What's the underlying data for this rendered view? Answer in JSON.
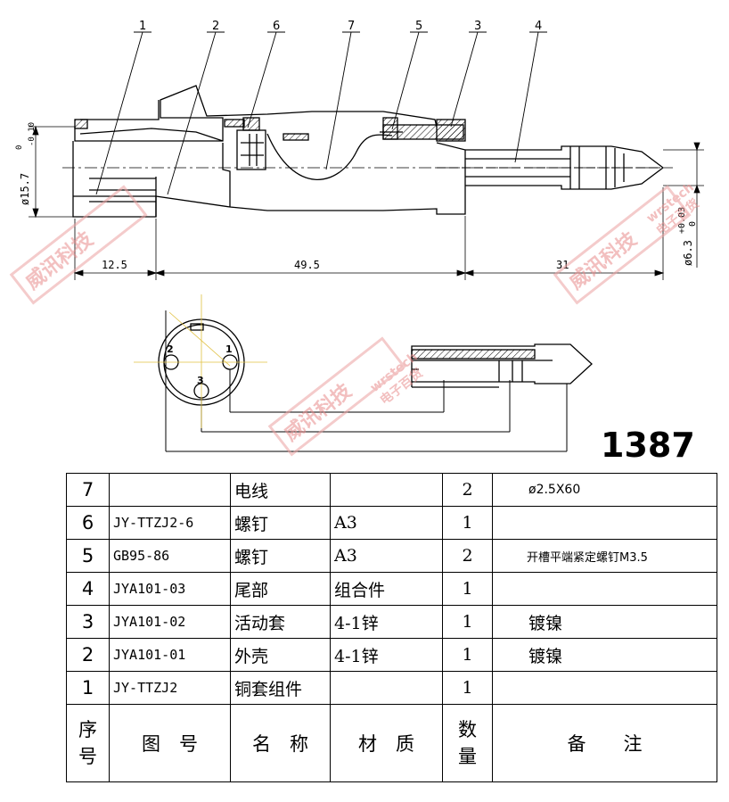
{
  "callouts": [
    "1",
    "2",
    "6",
    "7",
    "5",
    "3",
    "4"
  ],
  "dimensions": {
    "diameter_body": "ø15.7",
    "diameter_body_tol_upper": "0",
    "diameter_body_tol_lower": "-0.10",
    "diameter_plug": "ø6.3",
    "diameter_plug_tol_upper": "+0.03",
    "diameter_plug_tol_lower": "0",
    "length_a": "12.5",
    "length_b": "49.5",
    "length_c": "31"
  },
  "pins": [
    "1",
    "2",
    "3"
  ],
  "model_number": "1387",
  "watermark": {
    "brand": "威讯科技",
    "url": "wrstech",
    "sub": "电子百货"
  },
  "bom": {
    "rows": [
      {
        "seq": "7",
        "code": "",
        "name": "电线",
        "material": "",
        "qty": "2",
        "note": "ø2.5X60"
      },
      {
        "seq": "6",
        "code": "JY-TTZJ2-6",
        "name": "螺钉",
        "material": "A3",
        "qty": "1",
        "note": ""
      },
      {
        "seq": "5",
        "code": "GB95-86",
        "name": "螺钉",
        "material": "A3",
        "qty": "2",
        "note": "开槽平端紧定螺钉M3.5"
      },
      {
        "seq": "4",
        "code": "JYA101-03",
        "name": "尾部",
        "material": "组合件",
        "qty": "1",
        "note": ""
      },
      {
        "seq": "3",
        "code": "JYA101-02",
        "name": "活动套",
        "material": "4-1锌",
        "qty": "1",
        "note": "镀镍"
      },
      {
        "seq": "2",
        "code": "JYA101-01",
        "name": "外壳",
        "material": "4-1锌",
        "qty": "1",
        "note": "镀镍"
      },
      {
        "seq": "1",
        "code": "JY-TTZJ2",
        "name": "铜套组件",
        "material": "",
        "qty": "1",
        "note": ""
      }
    ],
    "header": {
      "seq": "序号",
      "code": "图　号",
      "name": "名　称",
      "material": "材　质",
      "qty": "数量",
      "note": "备　　注"
    }
  }
}
